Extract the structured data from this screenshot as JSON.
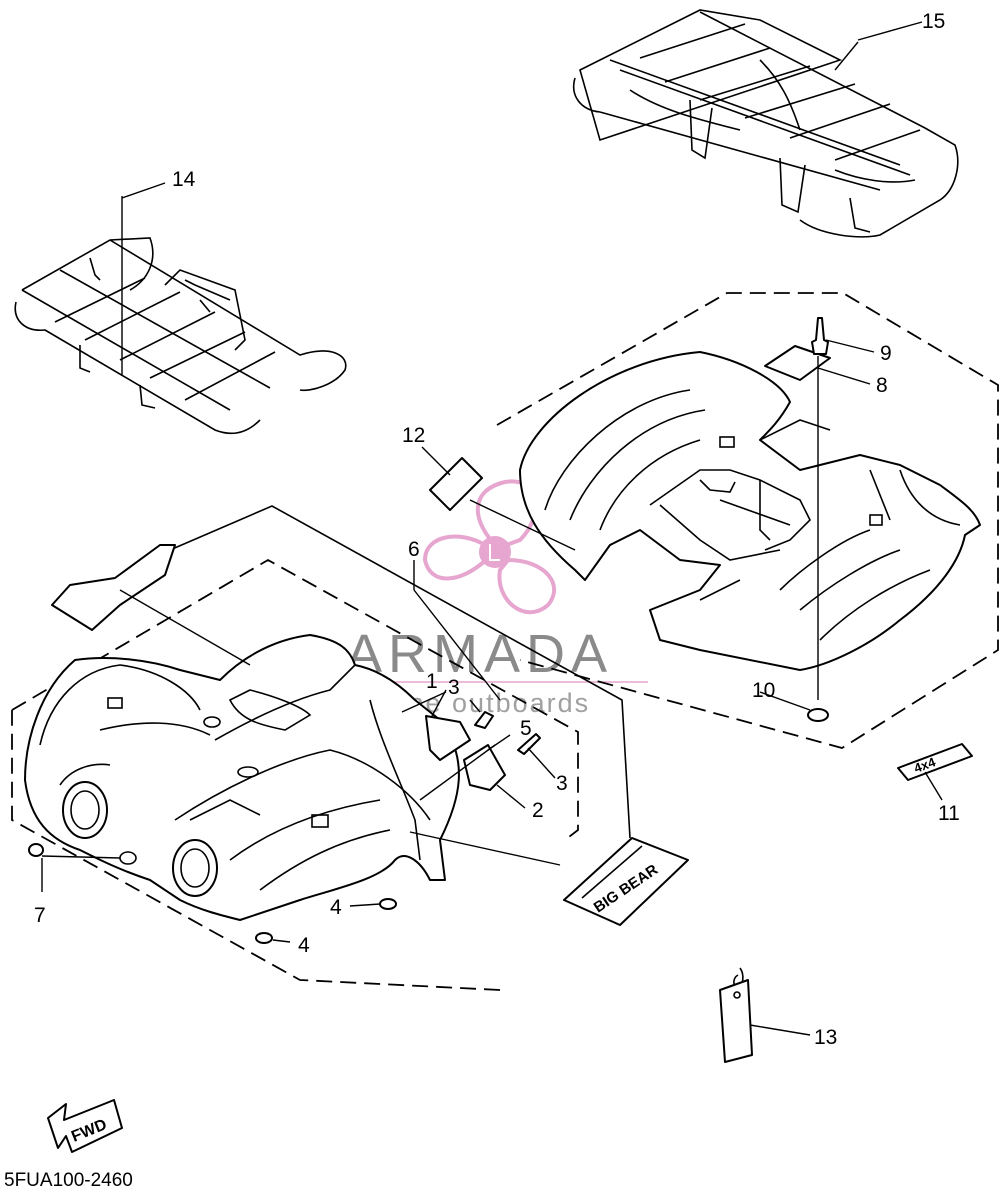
{
  "diagram_code": "5FUA100-2460",
  "watermark": {
    "title": "ARMADA",
    "subtitle": "marine outboards",
    "accent_color": "#e6a6cf",
    "icon": "propeller-logo-icon"
  },
  "direction_arrow": {
    "label": "FWD",
    "icon": "fwd-arrow-icon"
  },
  "decals": {
    "big_bear": "BIG BEAR",
    "four_by_four": "4x4"
  },
  "callouts": [
    "1",
    "2",
    "3",
    "3",
    "4",
    "4",
    "5",
    "6",
    "7",
    "8",
    "9",
    "10",
    "11",
    "12",
    "13",
    "14",
    "15"
  ],
  "colors": {
    "line": "#000000",
    "background": "#ffffff"
  }
}
